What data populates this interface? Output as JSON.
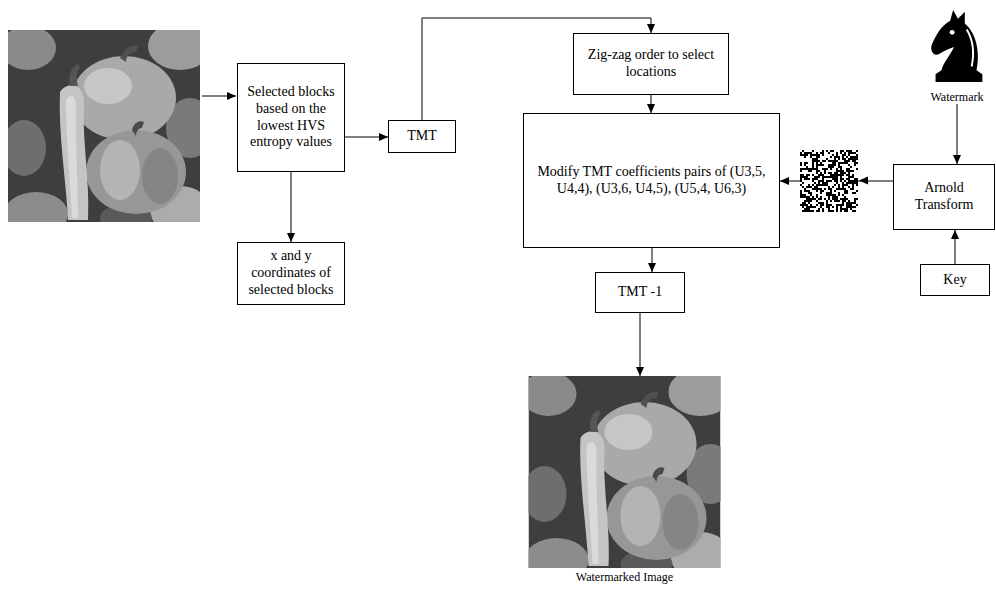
{
  "diagram": {
    "nodes": [
      {
        "text": [
          "Selected blocks based on the lowest HVS entropy values"
        ]
      },
      {
        "text": [
          "x and y coordinates of selected blocks"
        ]
      },
      {
        "text": [
          "TMT"
        ]
      },
      {
        "text": [
          "Zig-zag order to select locations"
        ]
      },
      {
        "text": [
          "Modify TMT coefficients pairs of (U3,5, U4,4), (U3,6, U4,5), (U5,4, U6,3)"
        ]
      },
      {
        "text": [
          "TMT -1"
        ]
      },
      {
        "text": [
          "Watermarked Image"
        ]
      },
      {
        "text": [
          "Watermark"
        ]
      },
      {
        "text": [
          "Arnold Transform"
        ]
      },
      {
        "text": [
          "Key"
        ]
      }
    ],
    "edges": [
      {
        "from": 0,
        "to": 1,
        "arrow": "to"
      },
      {
        "from": 0,
        "to": 2,
        "arrow": "to"
      },
      {
        "from": 2,
        "to": 3,
        "arrow": "to"
      },
      {
        "from": 3,
        "to": 4,
        "arrow": "to"
      },
      {
        "from": 8,
        "to": 4,
        "arrow": "to"
      },
      {
        "from": 9,
        "to": 8,
        "arrow": "to"
      },
      {
        "from": 7,
        "to": 8,
        "arrow": "to"
      },
      {
        "from": 4,
        "to": 5,
        "arrow": "to"
      },
      {
        "from": 5,
        "to": 6,
        "arrow": "to"
      }
    ]
  }
}
